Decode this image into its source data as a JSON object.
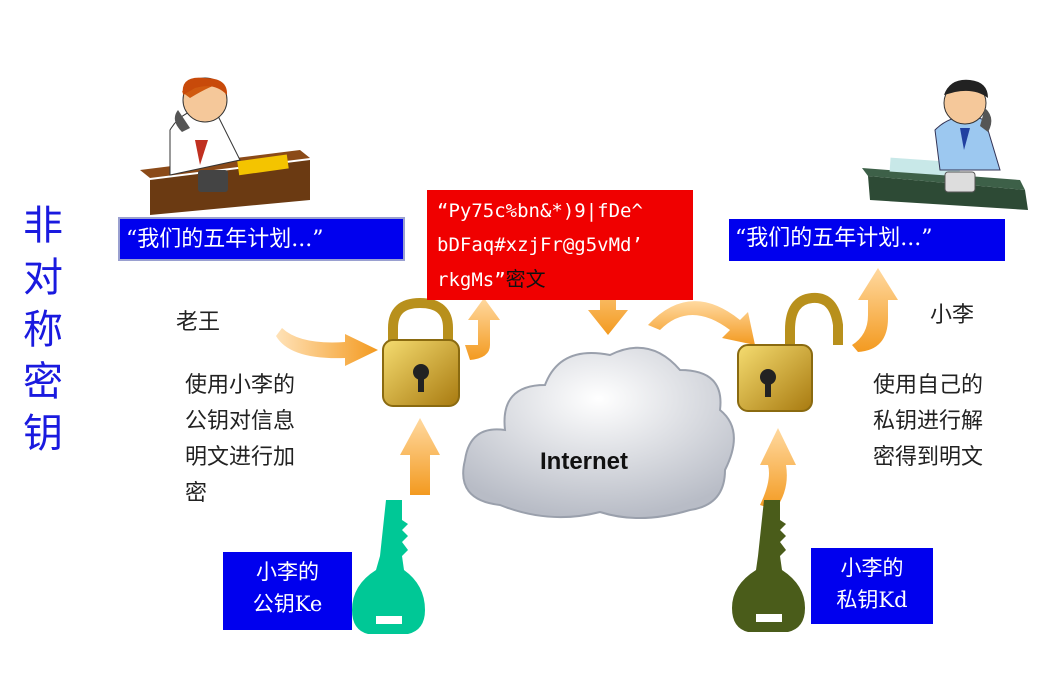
{
  "title": [
    "非",
    "对",
    "称",
    "密",
    "钥"
  ],
  "sender": {
    "name": "老王",
    "message": "“我们的五年计划...”",
    "description": [
      "使用小李的",
      "公钥对信息",
      "明文进行加",
      "密"
    ],
    "key_label": [
      "小李的",
      "公钥Ke"
    ]
  },
  "receiver": {
    "name": "小李",
    "message": "“我们的五年计划...”",
    "description": [
      "使用自己的",
      "私钥进行解",
      "密得到明文"
    ],
    "key_label": [
      "小李的",
      "私钥Kd"
    ]
  },
  "ciphertext": {
    "lines": [
      "“Py75c%bn&*)9|fDe^",
      "bDFaq#xzjFr@g5vMd’",
      "rkgMs”"
    ],
    "label": "密文"
  },
  "network": {
    "label": "Internet"
  },
  "colors": {
    "title": "#1a1adf",
    "label_box": "#0000ee",
    "cipher_box": "#f00000",
    "arrow": "#f7a434",
    "public_key": "#00c896",
    "private_key": "#4a5c1a",
    "lock": "#c8a020"
  }
}
